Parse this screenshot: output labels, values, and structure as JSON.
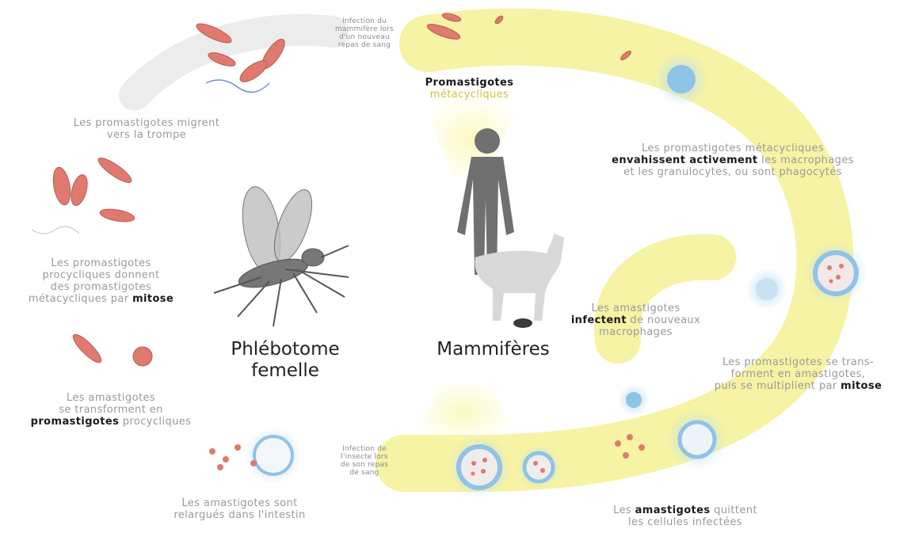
{
  "titles": {
    "phlebotome_line1": "Phlébotome",
    "phlebotome_line2": "femelle",
    "mammiferes": "Mammifères"
  },
  "labels": {
    "infection_mammal": [
      "Infection du",
      "mammifère lors",
      "d'un nouveau",
      "repas de sang"
    ],
    "promastigotes_metacycliques": [
      "Promastigotes",
      "métacycliques"
    ],
    "migrate_trompe": [
      "Les promastigotes migrent",
      "vers la trompe"
    ],
    "invade_pre": "Les promastigotes métacycliques",
    "invade_bold": "envahissent activement",
    "invade_post": " les macrophages",
    "invade_line3": "et les granulocytes, ou sont phagocytés",
    "procyclic": [
      "Les promastigotes",
      "procycliques donnent",
      "des promastigotes"
    ],
    "procyclic_last_pre": "métacycliques par ",
    "procyclic_last_bold": "mitose",
    "amastigotes_infect_line1": "Les amastigotes",
    "amastigotes_infect_bold": "infectent",
    "amastigotes_infect_post": " de nouveaux",
    "amastigotes_infect_line3": "macrophages",
    "transform_line1": "Les promastigotes se trans-",
    "transform_line2": "forment en amastigotes,",
    "transform_line3_pre": "puis se multiplient par ",
    "transform_line3_bold": "mitose",
    "amast_transform_line1": "Les amastigotes",
    "amast_transform_line2": "se transforment en",
    "amast_transform_bold": "promastigotes",
    "amast_transform_post": " procycliques",
    "infection_insect": [
      "Infection de",
      "l'insecte lors",
      "de son repas",
      "de sang"
    ],
    "released": [
      "Les amastigotes sont",
      "relargués dans l'intestin"
    ],
    "quit_pre": "Les ",
    "quit_bold": "amastigotes",
    "quit_post": " quittent",
    "quit_line2": "les cellules infectées"
  },
  "colors": {
    "cycle_yellow": "#f5f29a",
    "parasite_red": "#e07a6e",
    "cell_blue": "#8fc3e8",
    "silhouette_gray": "#707070",
    "text_gray": "#9a9a9a"
  }
}
